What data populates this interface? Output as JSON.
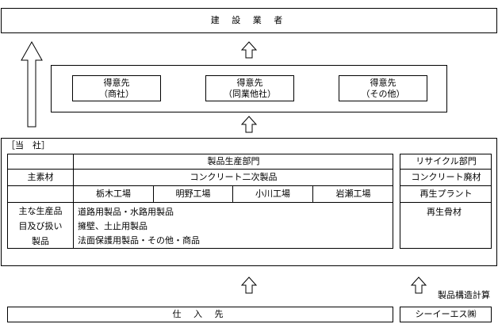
{
  "top_box": {
    "label": "建 設 業 者"
  },
  "customers": [
    {
      "line1": "得意先",
      "line2": "（商社）"
    },
    {
      "line1": "得意先",
      "line2": "（同業他社）"
    },
    {
      "line1": "得意先",
      "line2": "（その他）"
    }
  ],
  "company_label": "［当　社］",
  "manufacturing": {
    "header": "製品生産部門",
    "material_label": "主素材",
    "material_value": "コンクリート二次製品",
    "factories": [
      "栃木工場",
      "明野工場",
      "小川工場",
      "岩瀬工場"
    ],
    "products_label_lines": [
      "主な生産品",
      "目及び扱い",
      "製品"
    ],
    "products": [
      "道路用製品・水路用製品",
      "擁壁、土止用製品",
      "法面保護用製品・その他・商品"
    ]
  },
  "recycle": {
    "header": "リサイクル部門",
    "material": "コンクリート廃材",
    "plant": "再生プラント",
    "product": "再生骨材"
  },
  "supplier": {
    "label": "仕 入 先"
  },
  "subsidiary": {
    "label": "シーイーエス㈱",
    "note": "製品構造計算"
  }
}
